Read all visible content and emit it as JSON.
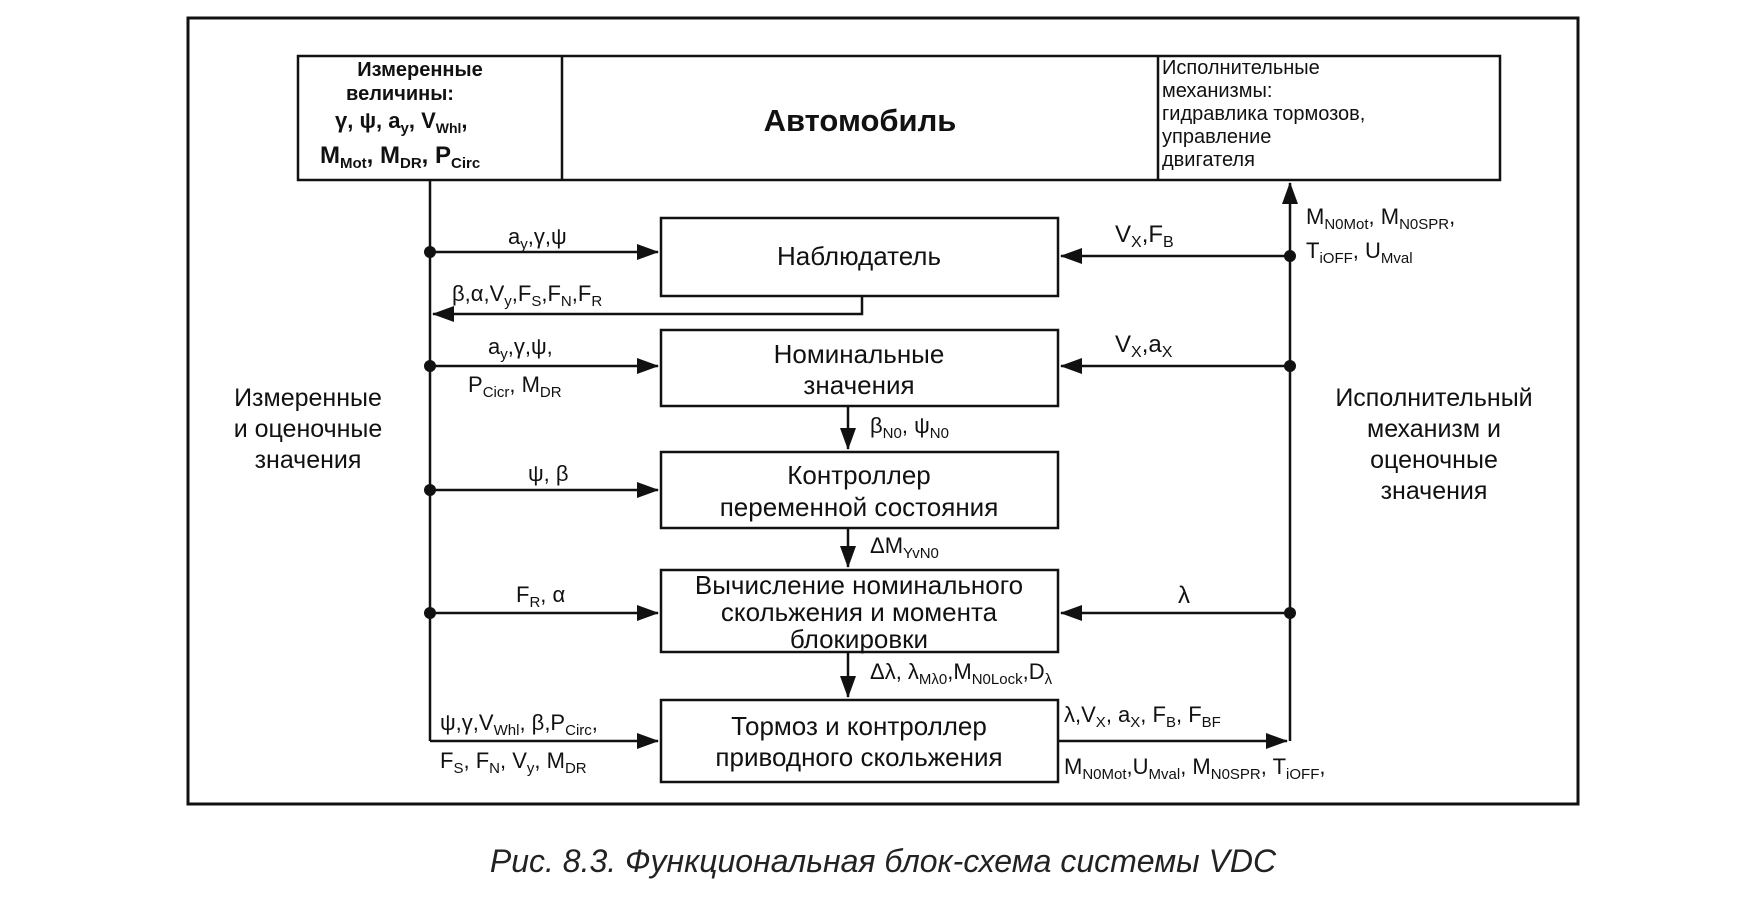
{
  "car": {
    "title": "Автомобиль",
    "sensors": [
      "Измеренные",
      "величины:",
      "γ, ψ, a",
      "y",
      ", V",
      "Whl",
      ",",
      "M",
      "Mot",
      ", M",
      "DR",
      ", P",
      "Circ"
    ],
    "actuators": [
      "Исполнительные",
      "механизмы:",
      "гидравлика тормозов,",
      "управление",
      "двигателя"
    ]
  },
  "blocks": {
    "observer": [
      "Наблюдатель"
    ],
    "nominal": [
      "Номинальные",
      "значения"
    ],
    "controller": [
      "Контроллер",
      "переменной состояния"
    ],
    "slip": [
      "Вычисление номинального",
      "скольжения и момента",
      "блокировки"
    ],
    "brake": [
      "Тормоз и контроллер",
      "приводного скольжения"
    ]
  },
  "side": {
    "left": [
      "Измеренные",
      "и оценочные",
      "значения"
    ],
    "right": [
      "Исполнительный",
      "механизм и",
      "оценочные",
      "значения"
    ]
  },
  "signals": {
    "l_obs": [
      "a",
      "y",
      ",γ,ψ"
    ],
    "obs_back": [
      "β,α,V",
      "y",
      ",F",
      "S",
      ",F",
      "N",
      ",F",
      "R"
    ],
    "l_nom_1": [
      "a",
      "y",
      ",γ,ψ,"
    ],
    "l_nom_2": [
      "P",
      "Cicr",
      ", M",
      "DR"
    ],
    "l_ctrl": [
      "ψ, β"
    ],
    "l_slip": [
      "F",
      "R",
      ", α"
    ],
    "l_brake_1": [
      "ψ,γ,V",
      "Whl",
      ", β,P",
      "Circ",
      ","
    ],
    "l_brake_2": [
      "F",
      "S",
      ", F",
      "N",
      ", V",
      "y",
      ", M",
      "DR"
    ],
    "r_top_1": [
      "M",
      "N0Mot",
      ", M",
      "N0SPR",
      ","
    ],
    "r_top_2": [
      "T",
      "iOFF",
      ", U",
      "Mval"
    ],
    "r_obs": [
      "V",
      "X",
      ",F",
      "B"
    ],
    "r_nom": [
      "V",
      "X",
      ",a",
      "X"
    ],
    "r_slip": [
      "λ"
    ],
    "d_nom": [
      "β",
      "N0",
      ", ψ",
      "N0"
    ],
    "d_ctrl": [
      "ΔM",
      "YvN0"
    ],
    "d_slip": [
      "Δλ, λ",
      "Mλ0",
      ",M",
      "N0Lock",
      ",D",
      "λ"
    ],
    "r_brake_1": [
      "λ,V",
      "X",
      ", a",
      "X",
      ", F",
      "B",
      ", F",
      "BF"
    ],
    "r_brake_2": [
      "M",
      "N0Mot",
      ",U",
      "Mval",
      ", M",
      "N0SPR",
      ", T",
      "iOFF",
      ","
    ]
  },
  "caption": "Рис. 8.3. Функциональная блок-схема системы VDC"
}
